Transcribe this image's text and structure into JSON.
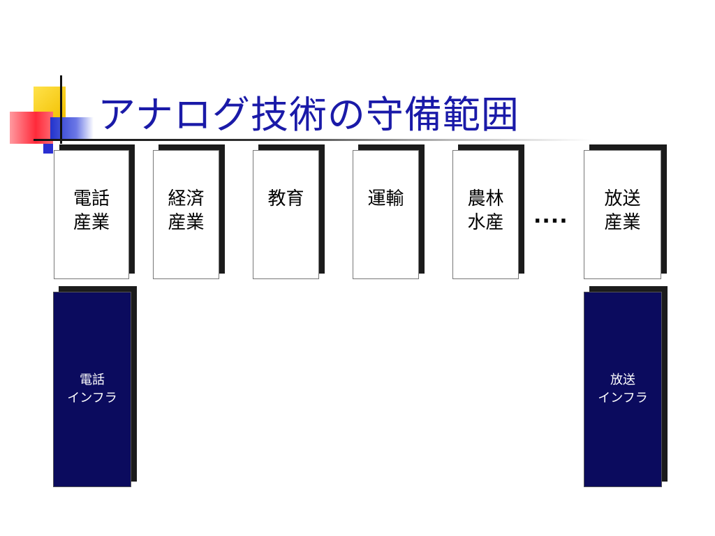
{
  "slide": {
    "title": "アナログ技術の守備範囲"
  },
  "industries": [
    {
      "label": "電話\n産業"
    },
    {
      "label": "経済\n産業"
    },
    {
      "label": "教育"
    },
    {
      "label": "運輸"
    },
    {
      "label": "農林\n水産"
    },
    {
      "label": "放送\n産業"
    }
  ],
  "ellipsis": "....",
  "infrastructures": [
    {
      "label": "電話\nインフラ"
    },
    {
      "label": "放送\nインフラ"
    }
  ],
  "colors": {
    "title": "#1a1aa8",
    "infra_fill": "#0b0b5e",
    "shadow": "#1b1b1b"
  }
}
